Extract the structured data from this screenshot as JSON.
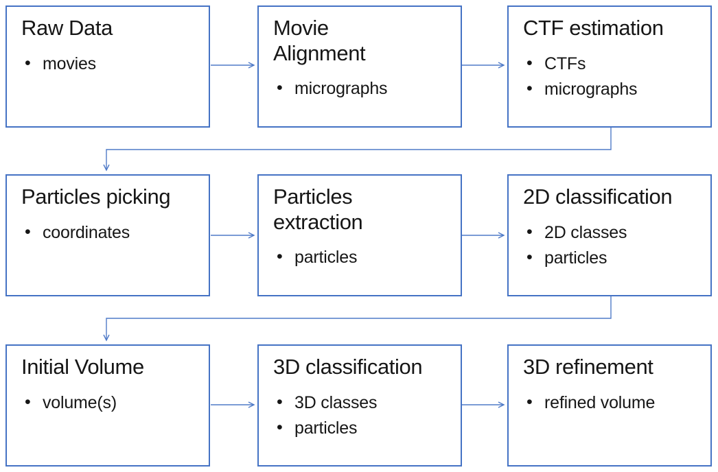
{
  "diagram": {
    "accent_color": "#4472C4",
    "connector_color": "#4f7ac7",
    "boxes": [
      {
        "id": "raw-data",
        "title": "Raw Data",
        "outputs": [
          "movies"
        ]
      },
      {
        "id": "movie-alignment",
        "title": "Movie\nAlignment",
        "outputs": [
          "micrographs"
        ]
      },
      {
        "id": "ctf-estimation",
        "title": "CTF estimation",
        "outputs": [
          "CTFs",
          "micrographs"
        ]
      },
      {
        "id": "particles-picking",
        "title": "Particles picking",
        "outputs": [
          "coordinates"
        ]
      },
      {
        "id": "particles-extraction",
        "title": "Particles\nextraction",
        "outputs": [
          "particles"
        ]
      },
      {
        "id": "2d-classification",
        "title": "2D classification",
        "outputs": [
          "2D classes",
          "particles"
        ]
      },
      {
        "id": "initial-volume",
        "title": "Initial Volume",
        "outputs": [
          "volume(s)"
        ]
      },
      {
        "id": "3d-classification",
        "title": "3D classification",
        "outputs": [
          "3D classes",
          "particles"
        ]
      },
      {
        "id": "3d-refinement",
        "title": "3D refinement",
        "outputs": [
          "refined volume"
        ]
      }
    ]
  }
}
